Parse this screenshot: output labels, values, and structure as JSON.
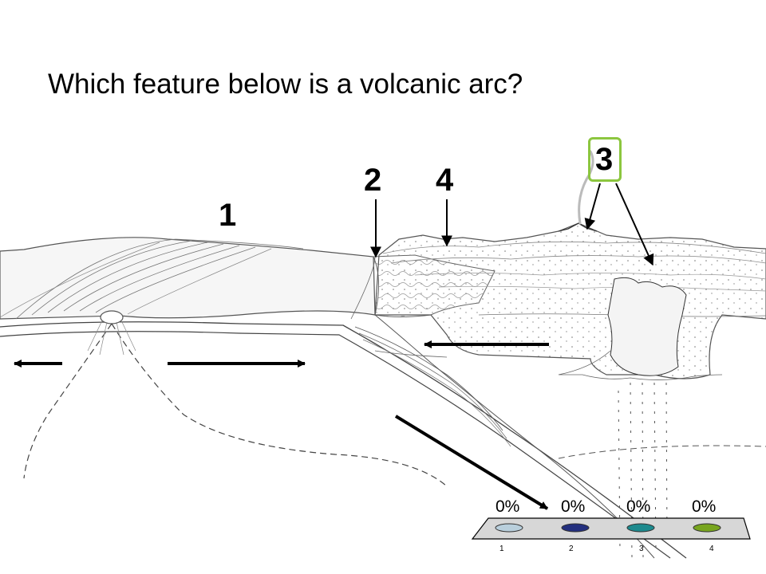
{
  "question": "Which feature below is a volcanic arc?",
  "labels": [
    "1",
    "2",
    "4",
    "3"
  ],
  "correct_label": "3",
  "colors": {
    "correct_highlight": "#8cc63f"
  },
  "poll": {
    "percents": [
      "0%",
      "0%",
      "0%",
      "0%"
    ],
    "choices": [
      "1",
      "2",
      "3",
      "4"
    ],
    "bar_colors": [
      "#b9cfdc",
      "#232f7e",
      "#1d8a8e",
      "#78a51f"
    ],
    "values_percent": [
      0,
      0,
      0,
      0
    ]
  }
}
